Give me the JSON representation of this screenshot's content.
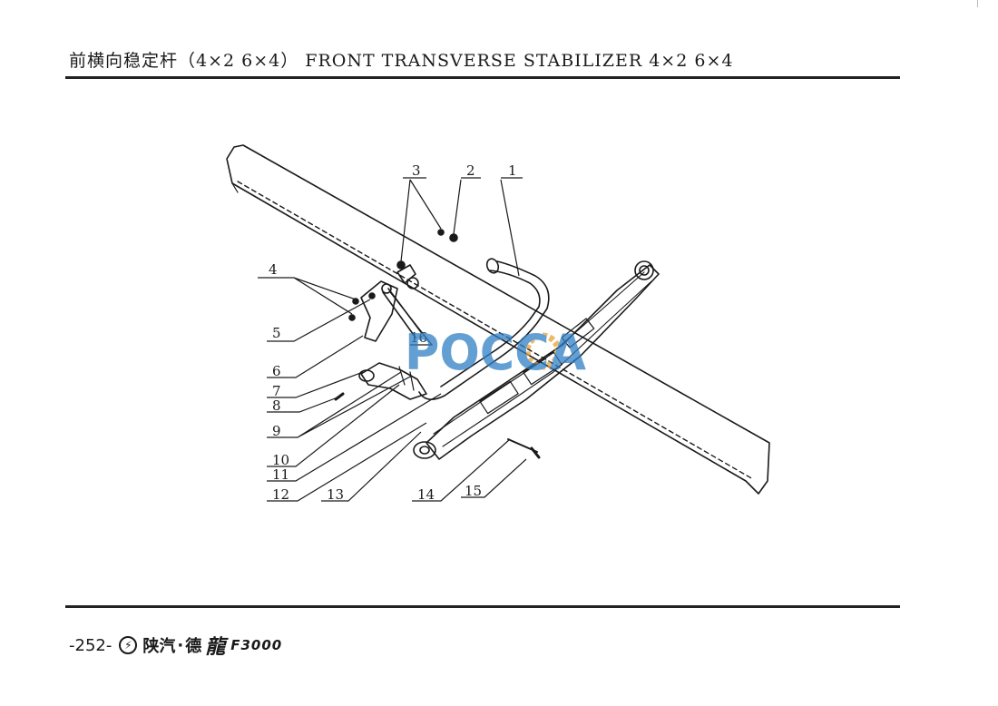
{
  "header": {
    "title": "前横向稳定杆（4×2 6×4） FRONT TRANSVERSE STABILIZER 4×2  6×4"
  },
  "diagram": {
    "callouts": [
      "1",
      "2",
      "3",
      "4",
      "5",
      "6",
      "7",
      "8",
      "9",
      "10",
      "11",
      "12",
      "13",
      "14",
      "15",
      "16"
    ],
    "watermark": "POCCA"
  },
  "footer": {
    "page_number": "-252-",
    "brand_name": "陕汽",
    "brand_separator": "·",
    "brand_de": "德",
    "brand_long": "龍",
    "brand_model": "F3000"
  }
}
